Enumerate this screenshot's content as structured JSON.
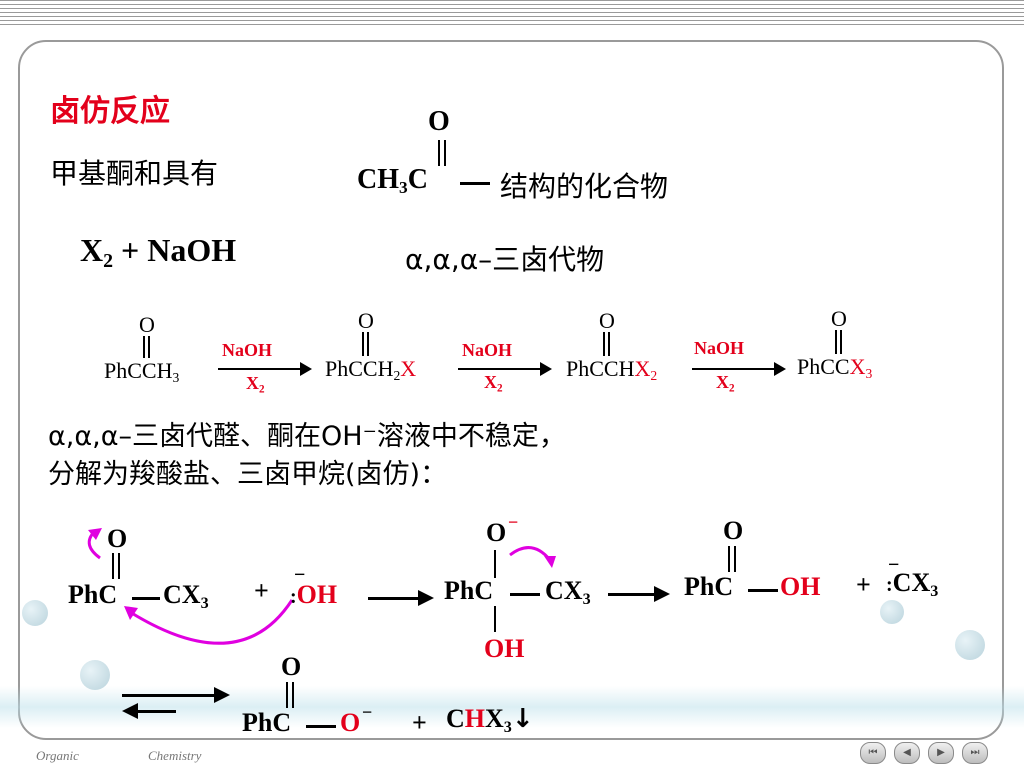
{
  "title": "卤仿反应",
  "intro_line": "甲基酮和具有",
  "struct_O": "O",
  "struct_ch3c": "CH",
  "struct_sub3": "3",
  "struct_C": "C",
  "struct_tail": "结构的化合物",
  "reagent_X": "X",
  "reagent_sub": "2",
  "reagent_rest": " + NaOH",
  "alpha_line": "α,α,α–三卤代物",
  "scheme": {
    "O": "O",
    "s1_ph": "PhC",
    "s1_ch": "CH",
    "s1_sub": "3",
    "s2_ph": "PhC",
    "s2_ch": "CH",
    "s2_sub": "2",
    "s2_x": "X",
    "s3_ph": "PhC",
    "s3_ch": "CH",
    "s3_x": "X",
    "s3_sub": "2",
    "s4_ph": "PhC",
    "s4_c": "C",
    "s4_x": "X",
    "s4_sub": "3",
    "naoh": "NaOH",
    "x2": "X",
    "x2sub": "2"
  },
  "note_line1": "α,α,α–三卤代醛、酮在OH⁻溶液中不稳定，",
  "note_line2": "分解为羧酸盐、三卤甲烷(卤仿)：",
  "mech": {
    "O": "O",
    "phc": "PhC",
    "cx": "CX",
    "cx_sub": "3",
    "plus": "+",
    "oh": "OH",
    "oh_minus": "−",
    "int_O": "O",
    "int_minus": "−",
    "int_phc": "PhC",
    "int_cx": "CX",
    "int_sub": "3",
    "int_oh": "OH",
    "acid_O": "O",
    "acid_phc": "PhC",
    "acid_oh": "OH",
    "plus2": "+",
    "cx3": "CX",
    "cx3_sub": "3",
    "cx3_minus": "−",
    "salt_O": "O",
    "salt_phc": "PhC",
    "salt_o": "O",
    "salt_minus": "−",
    "plus3": "+",
    "chx_c": "C",
    "chx_h": "H",
    "chx_x": "X",
    "chx_sub": "3",
    "down": "↓"
  },
  "footer": {
    "left": "Organic",
    "right": "Chemistry"
  },
  "nav": [
    "⏮",
    "◀",
    "▶",
    "⏭"
  ],
  "colors": {
    "accent": "#e3001b",
    "arrow": "#e000e0"
  }
}
